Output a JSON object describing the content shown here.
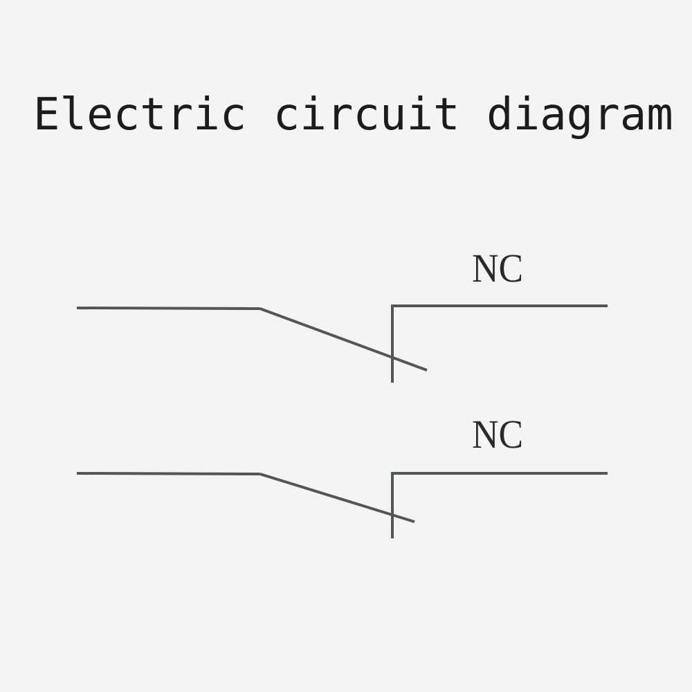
{
  "title": "Electric circuit diagram",
  "colors": {
    "background": "#f3f5f4",
    "text": "#1c1c1c",
    "wire": "#555555"
  },
  "switches": [
    {
      "label": "NC"
    },
    {
      "label": "NC"
    }
  ]
}
